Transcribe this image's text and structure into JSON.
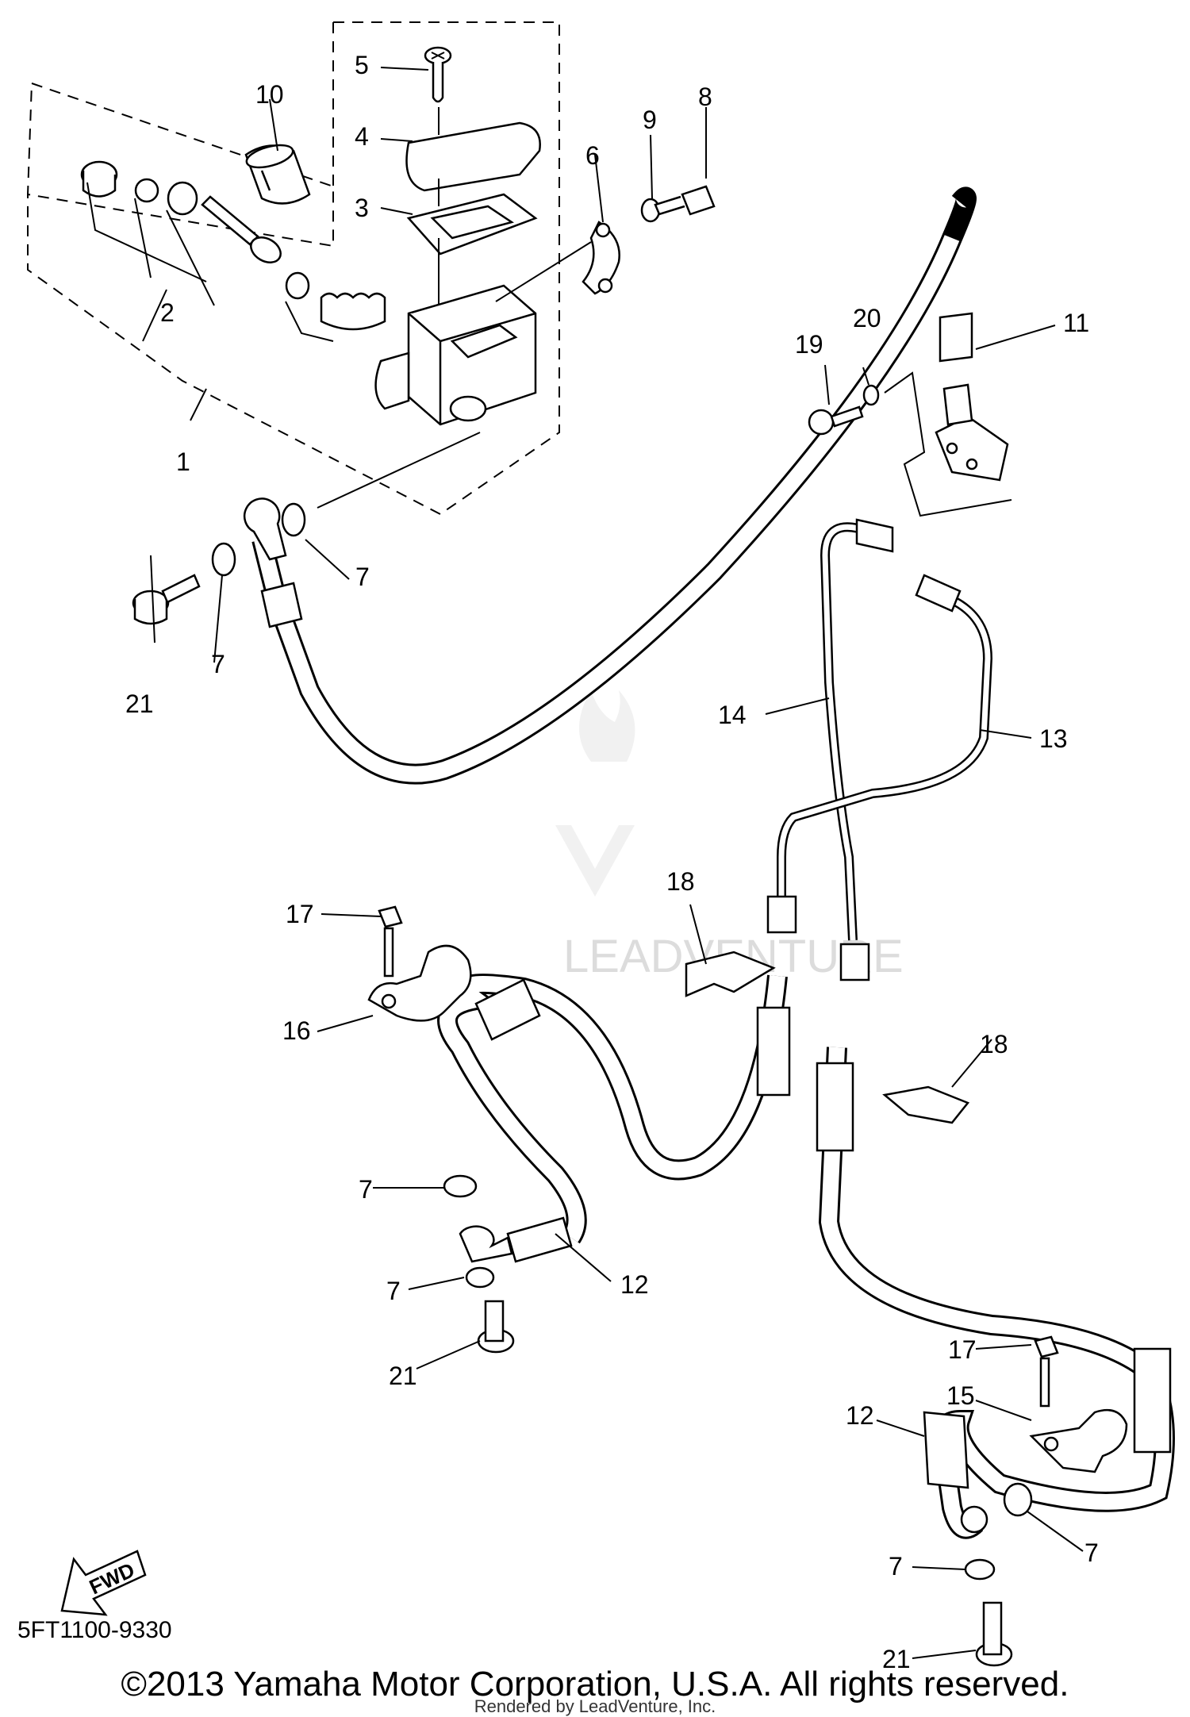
{
  "diagram": {
    "code": "5FT1100-9330",
    "fwd_label": "FWD",
    "callouts": [
      "1",
      "2",
      "3",
      "4",
      "5",
      "6",
      "7",
      "8",
      "9",
      "10",
      "11",
      "12",
      "13",
      "14",
      "15",
      "16",
      "17",
      "18",
      "19",
      "20",
      "21"
    ],
    "watermark": "LEADVENTURE"
  },
  "footer": {
    "copyright": "©2013 Yamaha Motor Corporation, U.S.A. All rights reserved.",
    "rendered_by": "Rendered by LeadVenture, Inc."
  }
}
